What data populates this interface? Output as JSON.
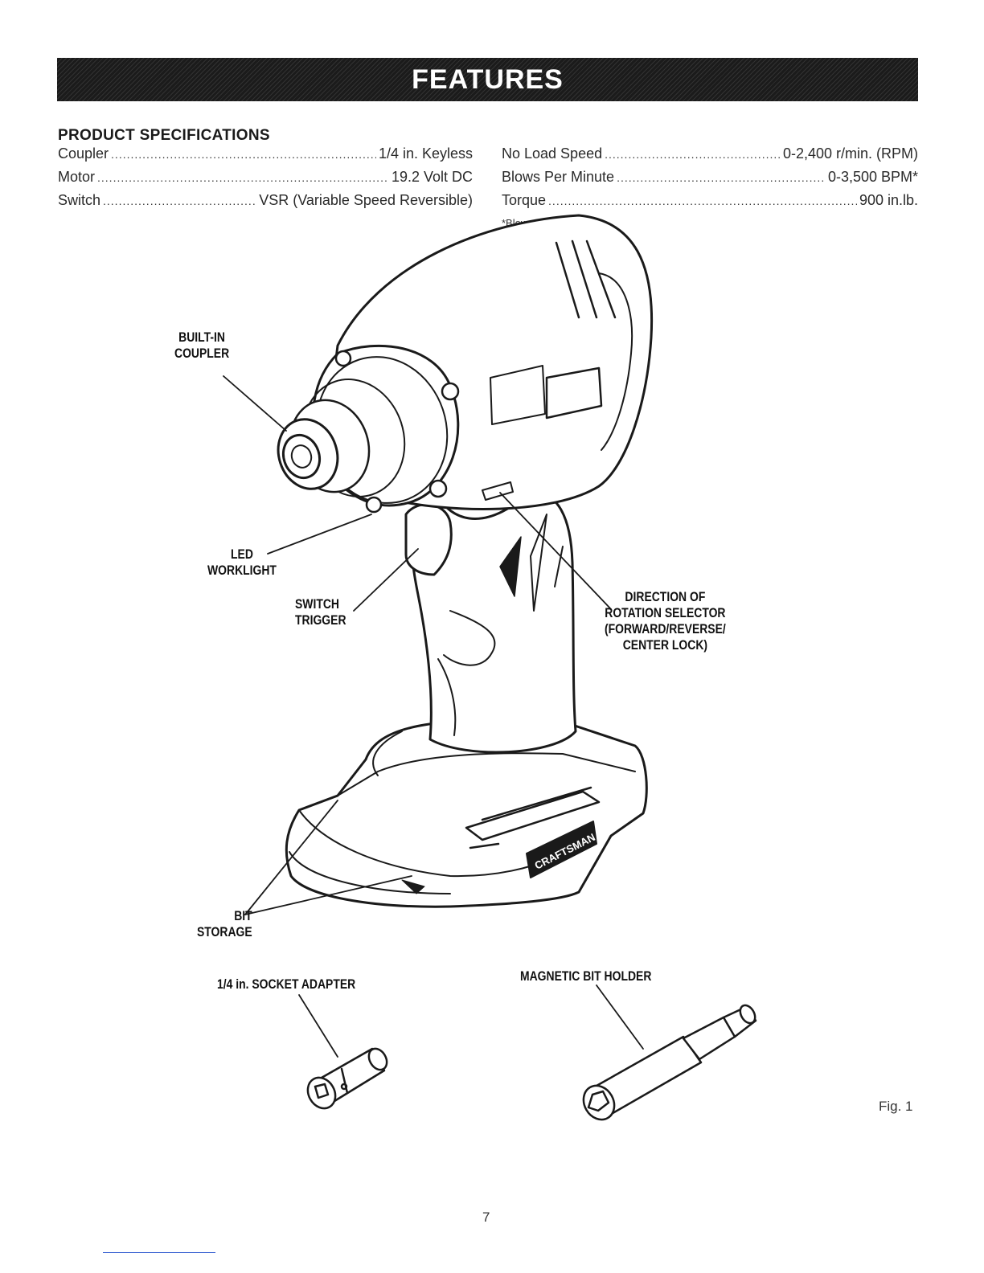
{
  "banner": {
    "title": "FEATURES"
  },
  "specs": {
    "heading": "PRODUCT SPECIFICATIONS",
    "left": [
      {
        "name": "Coupler",
        "value": "1/4 in. Keyless"
      },
      {
        "name": "Motor",
        "value": "19.2 Volt DC"
      },
      {
        "name": "Switch",
        "value": "VSR (Variable Speed Reversible)"
      }
    ],
    "right": [
      {
        "name": "No Load Speed",
        "value": "0-2,400 r/min. (RPM)"
      },
      {
        "name": "Blows Per Minute",
        "value": "0-3,500 BPM*"
      },
      {
        "name": "Torque",
        "value": "900 in.lb."
      }
    ],
    "footnote": "*Blows per minute"
  },
  "callouts": {
    "coupler": [
      "BUILT-IN",
      "COUPLER"
    ],
    "led": [
      "LED",
      "WORKLIGHT"
    ],
    "trigger": [
      "SWITCH",
      "TRIGGER"
    ],
    "direction": [
      "DIRECTION OF",
      "ROTATION SELECTOR",
      "(FORWARD/REVERSE/",
      "CENTER LOCK)"
    ],
    "bit_storage": [
      "BIT",
      "STORAGE"
    ],
    "socket_adapter": "1/4 in. SOCKET ADAPTER",
    "bit_holder": "MAGNETIC BIT HOLDER"
  },
  "brand_plate": "CRAFTSMAN",
  "figure_label": "Fig. 1",
  "page_number": "7"
}
